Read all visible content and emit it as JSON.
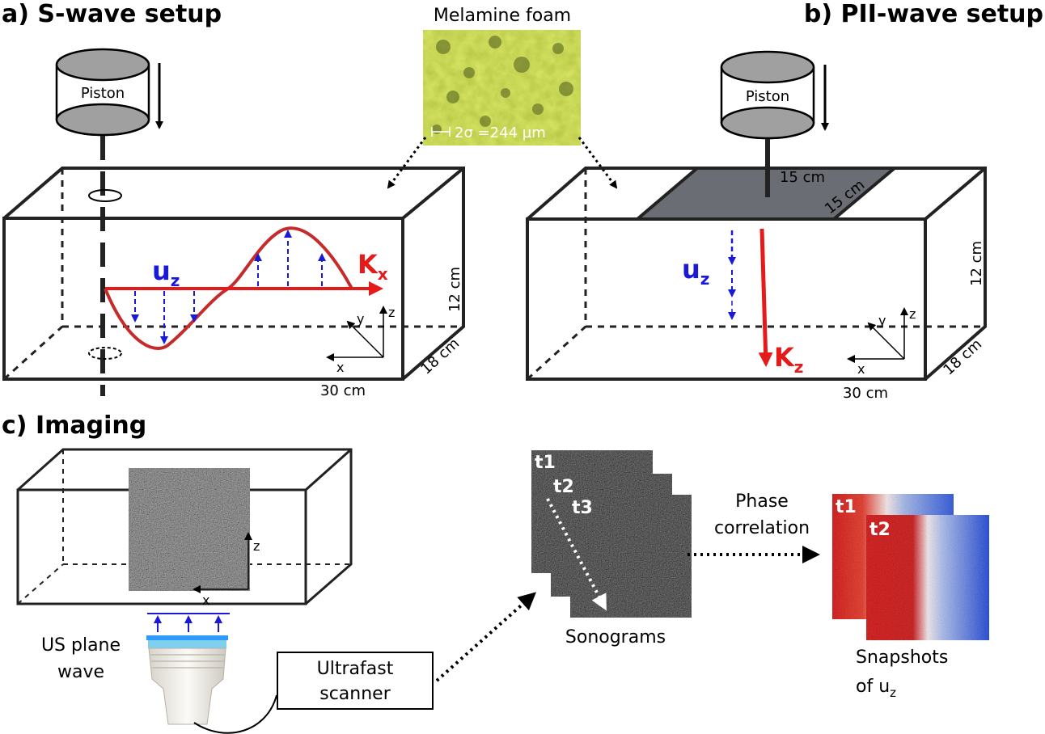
{
  "panel_a": {
    "heading": "a) S-wave setup",
    "piston": "Piston",
    "u_label": "u",
    "u_sub": "z",
    "k_label": "K",
    "k_sub": "x",
    "dim_height": "12 cm",
    "dim_depth": "18 cm",
    "dim_width": "30 cm",
    "axis_x": "x",
    "axis_y": "y",
    "axis_z": "z"
  },
  "foam": {
    "title": "Melamine foam",
    "scale": "2σ =244 µm"
  },
  "panel_b": {
    "heading": "b) PII-wave setup",
    "piston": "Piston",
    "plate_w": "15 cm",
    "plate_d": "15 cm",
    "u_label": "u",
    "u_sub": "z",
    "k_label": "K",
    "k_sub": "z",
    "dim_height": "12 cm",
    "dim_depth": "18 cm",
    "dim_width": "30 cm",
    "axis_x": "x",
    "axis_y": "y",
    "axis_z": "z"
  },
  "panel_c": {
    "heading": "c) Imaging",
    "axis_x": "x",
    "axis_z": "z",
    "us_line1": "US plane",
    "us_line2": "wave",
    "scanner_line1": "Ultrafast",
    "scanner_line2": "scanner",
    "frame_t1": "t1",
    "frame_t2": "t2",
    "frame_t3": "t3",
    "sonograms": "Sonograms",
    "phase_line1": "Phase",
    "phase_line2": "correlation",
    "snap_t1": "t1",
    "snap_t2": "t2",
    "snap_line1": "Snapshots",
    "snap_line2_main": "of u",
    "snap_line2_sub": "z"
  },
  "colors": {
    "wave_red": "#e51a1a",
    "arrow_blue": "#1a1ad6",
    "plate_gray": "#6b6d75",
    "foam_green": "#b8c84a"
  }
}
